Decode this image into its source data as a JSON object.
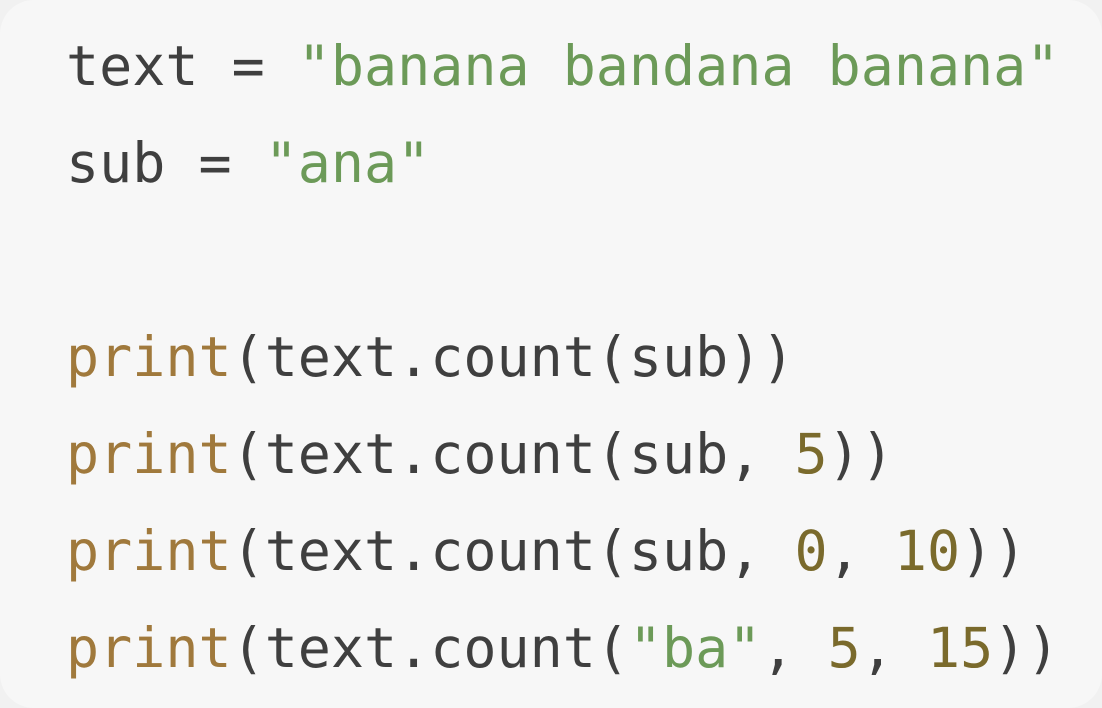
{
  "code": {
    "line1": {
      "var": "text",
      "op": " = ",
      "str": "\"banana bandana banana\""
    },
    "line2": {
      "var": "sub",
      "op": " = ",
      "str": "\"ana\""
    },
    "line4": {
      "fn": "print",
      "rest": "(text.count(sub))"
    },
    "line5": {
      "fn": "print",
      "mid": "(text.count(sub, ",
      "n1": "5",
      "end": "))"
    },
    "line6": {
      "fn": "print",
      "mid": "(text.count(sub, ",
      "n1": "0",
      "sep": ", ",
      "n2": "10",
      "end": "))"
    },
    "line7": {
      "fn": "print",
      "mid": "(text.count(",
      "str": "\"ba\"",
      "sep1": ", ",
      "n1": "5",
      "sep2": ", ",
      "n2": "15",
      "end": "))"
    }
  },
  "colors": {
    "background": "#f7f7f7",
    "text": "#3f3f3f",
    "function": "#a0793c",
    "string": "#6c9a58",
    "number": "#7a6a2c"
  }
}
